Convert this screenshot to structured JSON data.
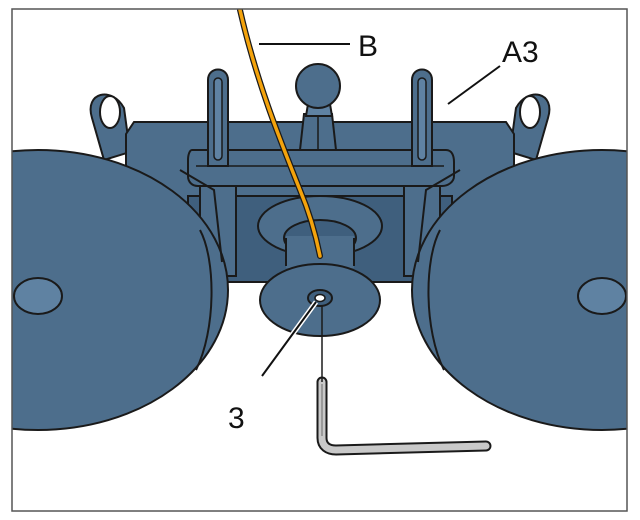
{
  "callouts": {
    "b": "B",
    "a3": "A3",
    "three": "3"
  },
  "colors": {
    "background": "#ffffff",
    "frame": "#555555",
    "part_fill": "#4d6e8c",
    "part_shade": "#3f5f7d",
    "part_highlight": "#5f82a2",
    "outline": "#1a1a1a",
    "cable": "#f4a30c",
    "wrench_fill": "#c9c9c9",
    "wrench_dark": "#8a8a8a"
  },
  "icons": {
    "hex_key": "allen-wrench-icon",
    "mount": "suction-mount-icon",
    "cable": "cable-icon"
  }
}
